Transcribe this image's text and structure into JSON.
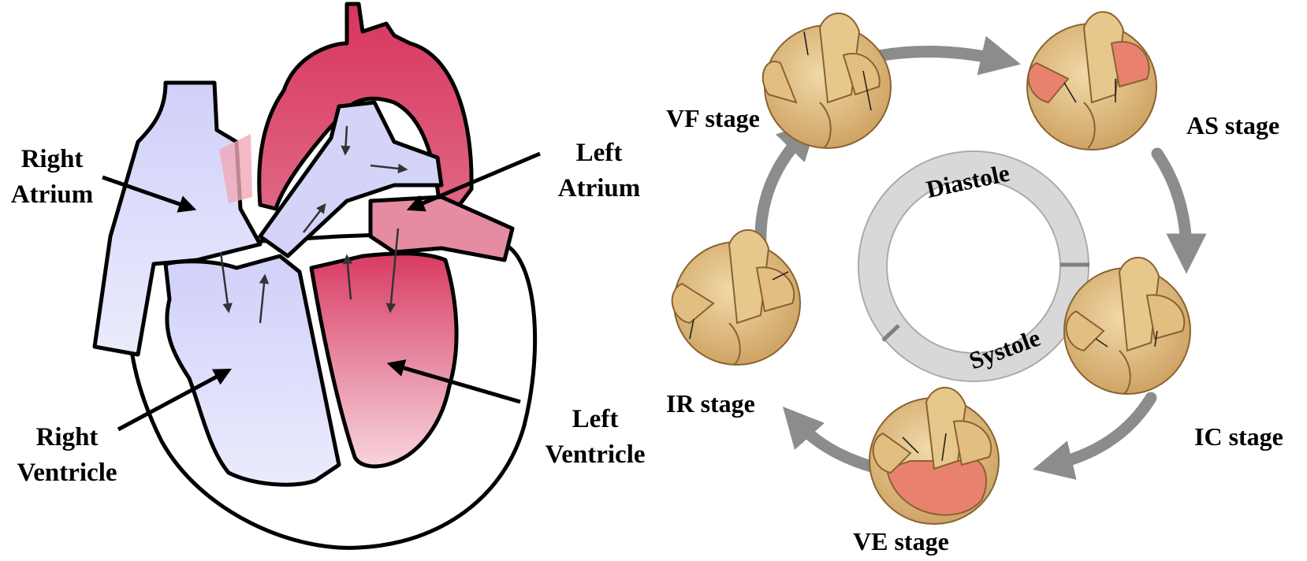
{
  "anatomy": {
    "right_atrium": [
      "Right",
      "Atrium"
    ],
    "left_atrium": [
      "Left",
      "Atrium"
    ],
    "right_ventricle": [
      "Right",
      "Ventricle"
    ],
    "left_ventricle": [
      "Left",
      "Ventricle"
    ]
  },
  "cycle": {
    "stages": [
      "VF stage",
      "AS stage",
      "IC stage",
      "VE stage",
      "IR stage"
    ],
    "ring": {
      "diastole": "Diastole",
      "systole": "Systole"
    }
  },
  "colors": {
    "deoxygenated": "#d9d9fb",
    "oxygenated": "#db4a6a",
    "tissue": "#d9b47a",
    "contracting": "#e8826e",
    "arrow_gray": "#8c8c8c",
    "ring_gray": "#d8d8d8"
  }
}
